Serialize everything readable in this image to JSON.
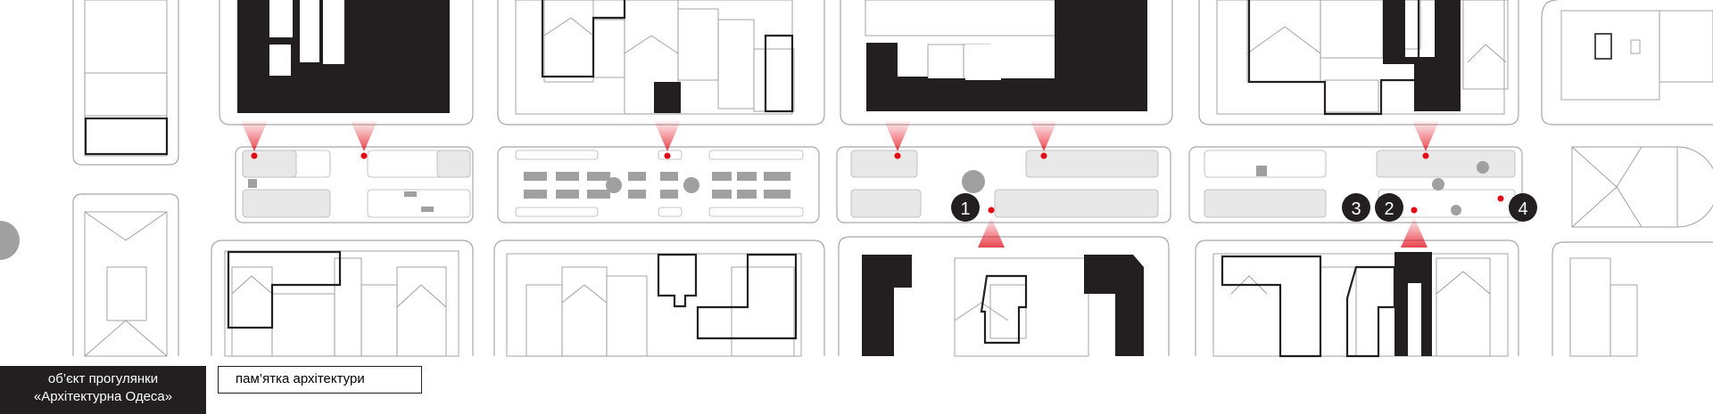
{
  "legend": {
    "walk_object_line1": "об’єкт прогулянки",
    "walk_object_line2": "«Архітектурна Одеса»",
    "monument": "пам’ятка архітектури"
  },
  "markers": [
    {
      "label": "1"
    },
    {
      "label": "2"
    },
    {
      "label": "3"
    },
    {
      "label": "4"
    }
  ],
  "colors": {
    "building_black": "#231f20",
    "accent_red": "#e30613",
    "plot_fill": "#e8e8e8",
    "tree_gray": "#a0a0a0",
    "outline": "#9b9b9b"
  }
}
